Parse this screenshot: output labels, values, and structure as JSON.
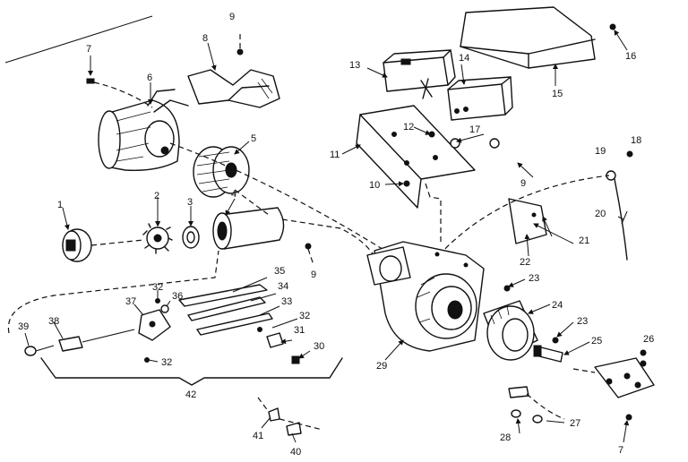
{
  "diagram": {
    "callouts": [
      "1",
      "2",
      "3",
      "4",
      "5",
      "6",
      "7",
      "8",
      "9",
      "10",
      "11",
      "12",
      "13",
      "14",
      "15",
      "16",
      "17",
      "18",
      "19",
      "20",
      "21",
      "22",
      "23",
      "24",
      "25",
      "26",
      "27",
      "28",
      "29",
      "30",
      "31",
      "32",
      "33",
      "34",
      "35",
      "36",
      "37",
      "38",
      "39",
      "40",
      "41",
      "42"
    ],
    "bracket_label": "42"
  }
}
